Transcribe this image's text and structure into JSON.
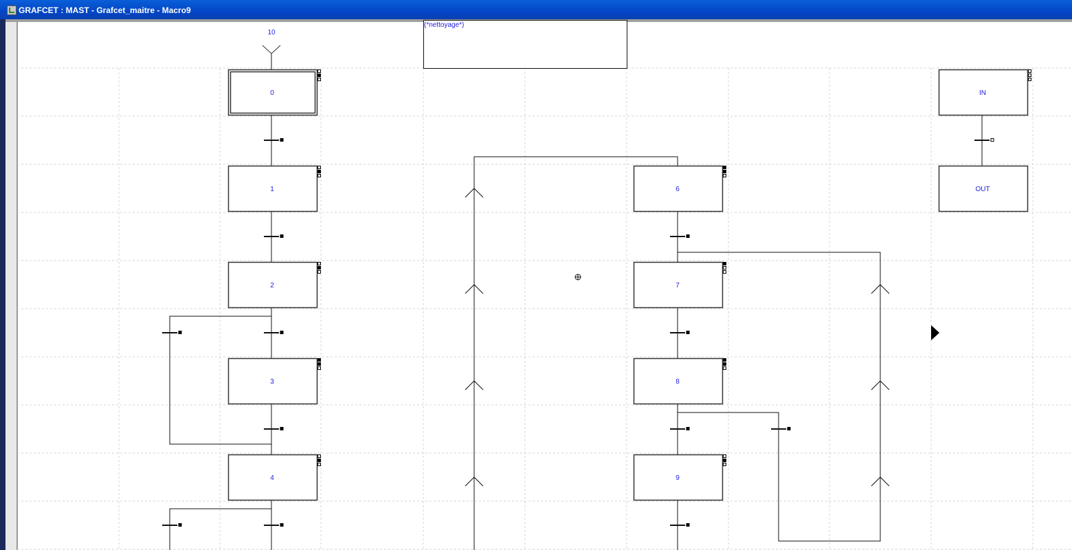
{
  "window": {
    "title": "GRAFCET : MAST - Grafcet_maitre - Macro9"
  },
  "comment": {
    "text": "(*nettoyage*)"
  },
  "initial_link": {
    "label": "10"
  },
  "steps": [
    {
      "label": "0",
      "initial": true,
      "markers": [
        false,
        true,
        false
      ]
    },
    {
      "label": "1",
      "markers": [
        false,
        true,
        false
      ]
    },
    {
      "label": "2",
      "markers": [
        false,
        true,
        false
      ]
    },
    {
      "label": "3",
      "markers": [
        true,
        true,
        false
      ]
    },
    {
      "label": "4",
      "markers": [
        false,
        true,
        false
      ]
    },
    {
      "label": "6",
      "markers": [
        true,
        true,
        false
      ]
    },
    {
      "label": "7",
      "markers": [
        true,
        false,
        false
      ]
    },
    {
      "label": "8",
      "markers": [
        true,
        true,
        false
      ]
    },
    {
      "label": "9",
      "markers": [
        false,
        true,
        false
      ]
    },
    {
      "label": "IN",
      "markers": [
        false,
        false,
        false
      ]
    },
    {
      "label": "OUT",
      "markers": []
    }
  ],
  "colors": {
    "title_bar": "#0346c7",
    "label": "#2020e0",
    "grid": "#cccccc"
  }
}
